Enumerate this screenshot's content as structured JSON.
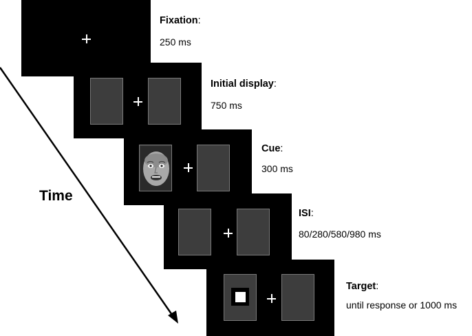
{
  "time_label": "Time",
  "stages": [
    {
      "name": "Fixation",
      "sep": ":",
      "duration": "250 ms"
    },
    {
      "name": "Initial display",
      "sep": ":",
      "duration": "750 ms"
    },
    {
      "name": "Cue",
      "sep": ":",
      "duration": "300 ms"
    },
    {
      "name": "ISI",
      "sep": ":",
      "duration": "80/280/580/980 ms"
    },
    {
      "name": "Target",
      "sep": ":",
      "duration": "until response or 1000 ms"
    }
  ],
  "colors": {
    "screen": "#000000",
    "placeholder_fill": "#3d3d3d",
    "placeholder_border": "#7a7a7a",
    "fixation": "#ffffff"
  },
  "icons": {
    "cue": "fearful-face-icon",
    "target": "white-square-icon"
  }
}
